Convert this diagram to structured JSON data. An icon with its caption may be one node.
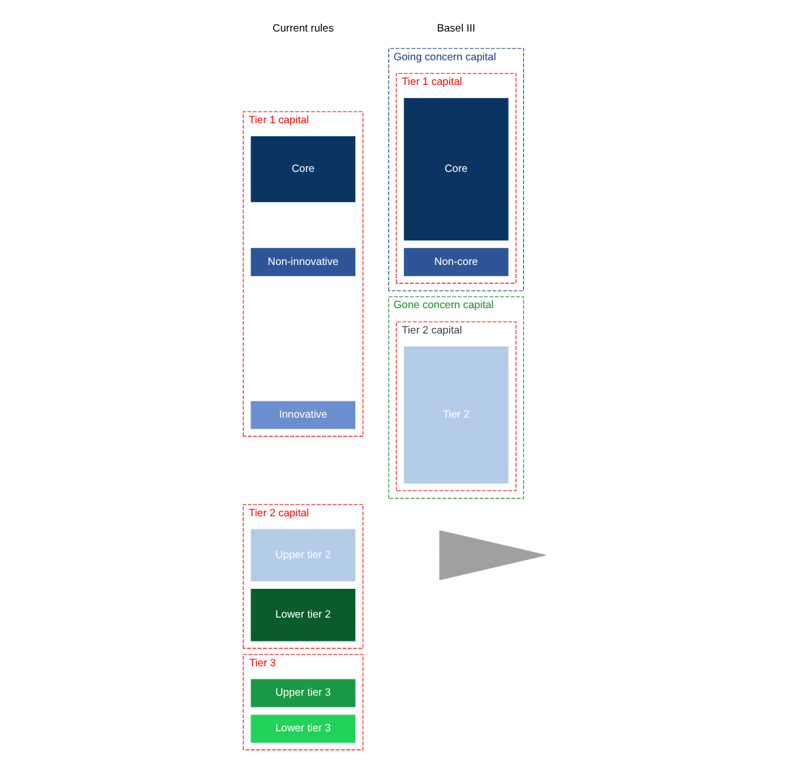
{
  "diagram": {
    "nodes": [
      {
        "text": [
          "Tier 1 capital"
        ]
      },
      {
        "text": [
          "Core"
        ],
        "in": 0
      },
      {
        "text": [
          "Non-innovative"
        ],
        "in": 0
      },
      {
        "text": [
          "Innovative"
        ],
        "in": 0
      },
      {
        "text": [
          "Tier 2 capital"
        ]
      },
      {
        "text": [
          "Upper tier 2"
        ],
        "in": 4
      },
      {
        "text": [
          "Lower tier 2"
        ],
        "in": 4
      },
      {
        "text": [
          "Tier 3"
        ]
      },
      {
        "text": [
          "Upper tier 3"
        ],
        "in": 7
      },
      {
        "text": [
          "Lower tier 3"
        ],
        "in": 7
      },
      {
        "text": [],
        "shape": "triangle"
      },
      {
        "text": [
          "Going concern capital"
        ]
      },
      {
        "text": [
          "Tier 1 capital"
        ],
        "in": 11
      },
      {
        "text": [
          "Core"
        ],
        "in": 12
      },
      {
        "text": [
          "Non-core"
        ],
        "in": 12
      },
      {
        "text": [
          "Gone concern capital"
        ]
      },
      {
        "text": [
          "Tier 2 capital"
        ],
        "in": 15
      },
      {
        "text": [
          "Tier 2"
        ],
        "in": 16
      }
    ],
    "edges": [],
    "labels": [
      "Current rules",
      "Basel III"
    ]
  }
}
